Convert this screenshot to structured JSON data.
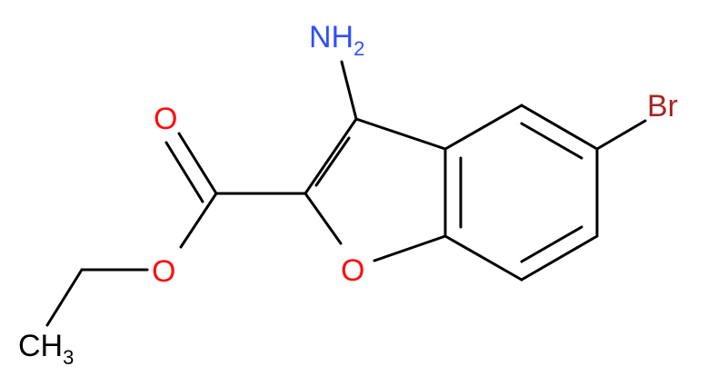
{
  "molecule": {
    "atoms": [
      {
        "id": "N",
        "symbol": "N",
        "subscript": "2",
        "prefix": "",
        "label": "NH",
        "color": "#3050F8"
      },
      {
        "id": "O_carbonyl",
        "symbol": "O",
        "label": "O",
        "color": "#FF0D0D"
      },
      {
        "id": "O_ester",
        "symbol": "O",
        "label": "O",
        "color": "#FF0D0D"
      },
      {
        "id": "O_ring",
        "symbol": "O",
        "label": "O",
        "color": "#FF0D0D"
      },
      {
        "id": "Br",
        "symbol": "Br",
        "label": "Br",
        "color": "#A62929"
      },
      {
        "id": "CH3",
        "symbol": "C",
        "label": "CH",
        "subscript": "3",
        "color": "#000000"
      }
    ],
    "bond_color": "#000000"
  }
}
